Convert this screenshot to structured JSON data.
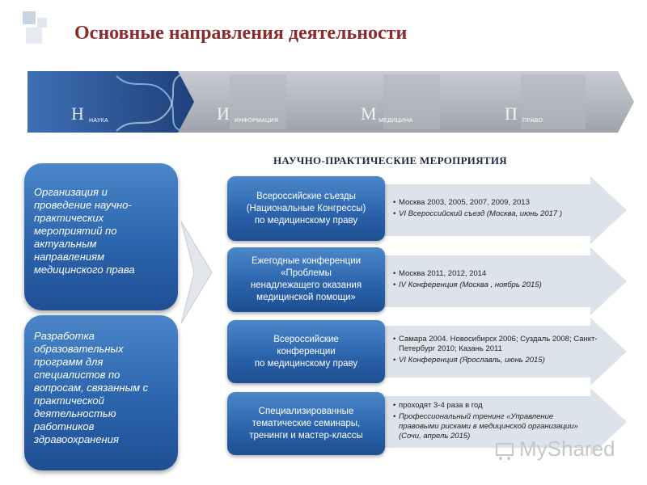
{
  "title": "Основные направления деятельности",
  "banner": [
    {
      "letter": "Н",
      "label": "НАУКА"
    },
    {
      "letter": "И",
      "label": "ИНФОРМАЦИЯ"
    },
    {
      "letter": "М",
      "label": "МЕДИЦИНА"
    },
    {
      "letter": "П",
      "label": "ПРАВО"
    }
  ],
  "section_title": "НАУЧНО-ПРАКТИЧЕСКИЕ МЕРОПРИЯТИЯ",
  "left_boxes": [
    {
      "lines": [
        "Организация и",
        "проведение научно-",
        "практических",
        "мероприятий по",
        "актуальным",
        "направлениям",
        "медицинского права"
      ]
    },
    {
      "lines": [
        "Разработка",
        "образовательных",
        "программ для",
        "специалистов по",
        "вопросам, связанным с",
        "практической",
        "деятельностью",
        "работников",
        "здравоохранения"
      ]
    }
  ],
  "rows": [
    {
      "category": [
        "Всероссийские съезды",
        "(Национальные Конгрессы)",
        "по медицинскому праву"
      ],
      "items": [
        {
          "text": "Москва 2003, 2005, 2007, 2009, 2013",
          "italic": false
        },
        {
          "text": "VI Всероссийский съезд (Москва, июнь 2017 )",
          "italic": true
        }
      ]
    },
    {
      "category": [
        "Ежегодные конференции",
        "«Проблемы",
        "ненадлежащего оказания",
        "медицинской помощи»"
      ],
      "items": [
        {
          "text": "Москва 2011, 2012, 2014",
          "italic": false
        },
        {
          "text": "IV Конференция (Москва , ноябрь 2015)",
          "italic": true
        }
      ]
    },
    {
      "category": [
        "Всероссийские",
        "конференции",
        "по медицинскому праву"
      ],
      "items": [
        {
          "text": "Самара 2004. Новосибирск 2006; Суздаль 2008; Санкт-Петербург 2010; Казань 2011",
          "italic": false
        },
        {
          "text": "VI Конференция (Ярославль, июнь 2015)",
          "italic": true
        }
      ]
    },
    {
      "category": [
        "Специализированные",
        "тематические семинары,",
        "тренинги и мастер-классы"
      ],
      "items": [
        {
          "text": "проходят 3-4 раза в год",
          "italic": false
        },
        {
          "text": "Профессиональный тренинг «Управление правовыми рисками в медицинской организации» (Сочи, апрель 2015)",
          "italic": true
        }
      ]
    }
  ],
  "watermark": "MyShared",
  "colors": {
    "title": "#8b2c2c",
    "box_blue": "#2b64ad",
    "row_bg": "#dde3ea"
  }
}
